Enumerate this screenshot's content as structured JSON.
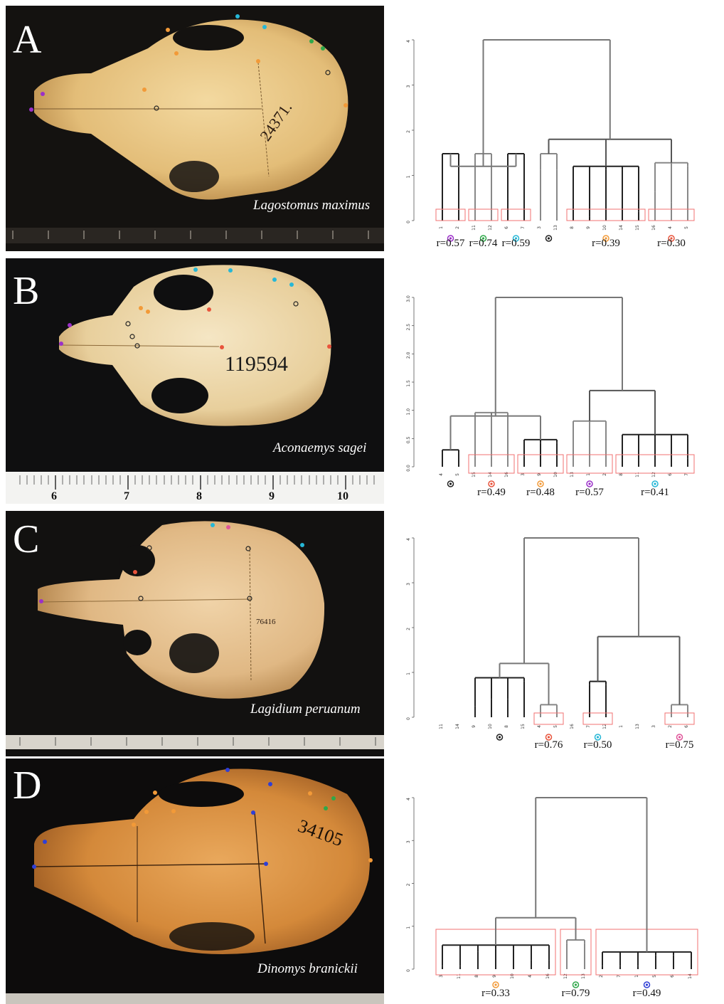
{
  "panels": [
    {
      "letter": "A",
      "species": "Lagostomus maximus",
      "specimen_label": "24371.",
      "ruler_numbers": [],
      "y_ticks": [
        "0",
        "1",
        "2",
        "3",
        "4"
      ],
      "leaves": [
        "1",
        "2",
        "11",
        "12",
        "6",
        "7",
        "3",
        "13",
        "8",
        "9",
        "10",
        "14",
        "15",
        "16",
        "4",
        "5"
      ],
      "modules": [
        {
          "leaves": [
            "1",
            "2"
          ],
          "r": "r=0.57",
          "dot_color": "#9b30c8"
        },
        {
          "leaves": [
            "11",
            "12"
          ],
          "r": "r=0.74",
          "dot_color": "#2fa84a"
        },
        {
          "leaves": [
            "6",
            "7"
          ],
          "r": "r=0.59",
          "dot_color": "#26b7d6"
        },
        {
          "leaves": [
            "3",
            "13"
          ],
          "r": "",
          "dot_color": "#222222"
        },
        {
          "leaves": [
            "8",
            "9",
            "10",
            "14",
            "15"
          ],
          "r": "r=0.39",
          "dot_color": "#f29a38"
        },
        {
          "leaves": [
            "16",
            "4",
            "5"
          ],
          "r": "r=0.30",
          "dot_color": "#e8543c"
        }
      ]
    },
    {
      "letter": "B",
      "species": "Aconaemys sagei",
      "specimen_label": "119594",
      "ruler_numbers": [
        "6",
        "7",
        "8",
        "9",
        "10"
      ],
      "y_ticks": [
        "0.0",
        "0.5",
        "1.0",
        "1.5",
        "2.0",
        "2.5",
        "3.0"
      ],
      "leaves": [
        "4",
        "5",
        "15",
        "14",
        "16",
        "3",
        "9",
        "10",
        "13",
        "1",
        "2",
        "8",
        "11",
        "12",
        "6",
        "7"
      ],
      "modules": [
        {
          "leaves": [
            "4",
            "5"
          ],
          "r": "",
          "dot_color": "#222222"
        },
        {
          "leaves": [
            "15",
            "14",
            "16"
          ],
          "r": "r=0.49",
          "dot_color": "#e8543c"
        },
        {
          "leaves": [
            "9",
            "10"
          ],
          "r": "r=0.48",
          "dot_color": "#f29a38"
        },
        {
          "leaves": [
            "1",
            "2"
          ],
          "r": "r=0.57",
          "dot_color": "#9b30c8"
        },
        {
          "leaves": [
            "11",
            "12",
            "6",
            "7"
          ],
          "r": "r=0.41",
          "dot_color": "#26b7d6"
        }
      ]
    },
    {
      "letter": "C",
      "species": "Lagidium peruanum",
      "specimen_label": "76416",
      "ruler_numbers": [],
      "y_ticks": [
        "0",
        "1",
        "2",
        "3",
        "4"
      ],
      "leaves": [
        "11",
        "14",
        "9",
        "10",
        "8",
        "15",
        "4",
        "5",
        "16",
        "7",
        "12",
        "1",
        "13",
        "3",
        "2",
        "6"
      ],
      "modules": [
        {
          "leaves": [
            "9",
            "10",
            "8",
            "15"
          ],
          "r": "",
          "dot_color": "#222222"
        },
        {
          "leaves": [
            "4",
            "5"
          ],
          "r": "r=0.76",
          "dot_color": "#e8543c"
        },
        {
          "leaves": [
            "7",
            "12"
          ],
          "r": "r=0.50",
          "dot_color": "#26b7d6"
        },
        {
          "leaves": [
            "2",
            "6"
          ],
          "r": "r=0.75",
          "dot_color": "#e0559a"
        }
      ]
    },
    {
      "letter": "D",
      "species": "Dinomys branickii",
      "specimen_label": "34105",
      "ruler_numbers": [],
      "y_ticks": [
        "0",
        "1",
        "2",
        "3",
        "4"
      ],
      "leaves": [
        "3",
        "11",
        "8",
        "9",
        "10",
        "4",
        "16",
        "12",
        "13",
        "2",
        "7",
        "1",
        "5",
        "6",
        "14"
      ],
      "modules": [
        {
          "leaves": [
            "3",
            "11",
            "8",
            "9",
            "10",
            "4",
            "16"
          ],
          "r": "r=0.33",
          "dot_color": "#f29a38"
        },
        {
          "leaves": [
            "12",
            "13"
          ],
          "r": "r=0.79",
          "dot_color": "#2fa84a"
        },
        {
          "leaves": [
            "2",
            "7",
            "1",
            "5",
            "6",
            "14"
          ],
          "r": "r=0.49",
          "dot_color": "#2f3fd6"
        }
      ]
    }
  ]
}
